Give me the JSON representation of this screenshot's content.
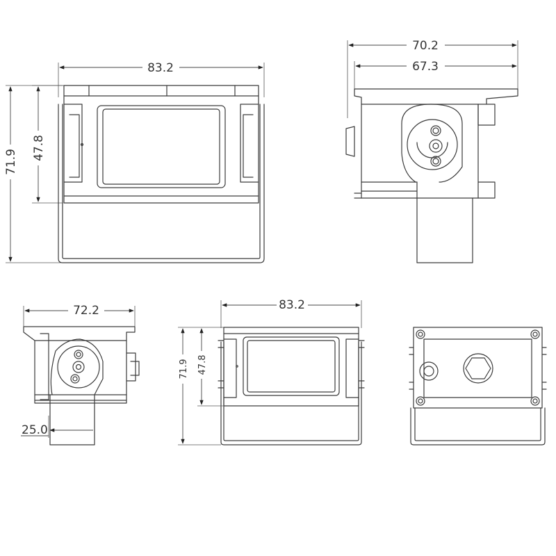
{
  "colors": {
    "line": "#3a3a3a",
    "background": "#ffffff"
  },
  "front_view": {
    "width_label": "83.2",
    "height_label": "71.9",
    "body_height_label": "47.8"
  },
  "side_view_right": {
    "overall_width_label": "70.2",
    "body_width_label": "67.3"
  },
  "side_view_left": {
    "width_label": "72.2",
    "bracket_width_label": "25.0"
  },
  "front_view_small": {
    "width_label": "83.2",
    "height_label": "71.9",
    "body_height_label": "47.8"
  },
  "rear_view": {}
}
